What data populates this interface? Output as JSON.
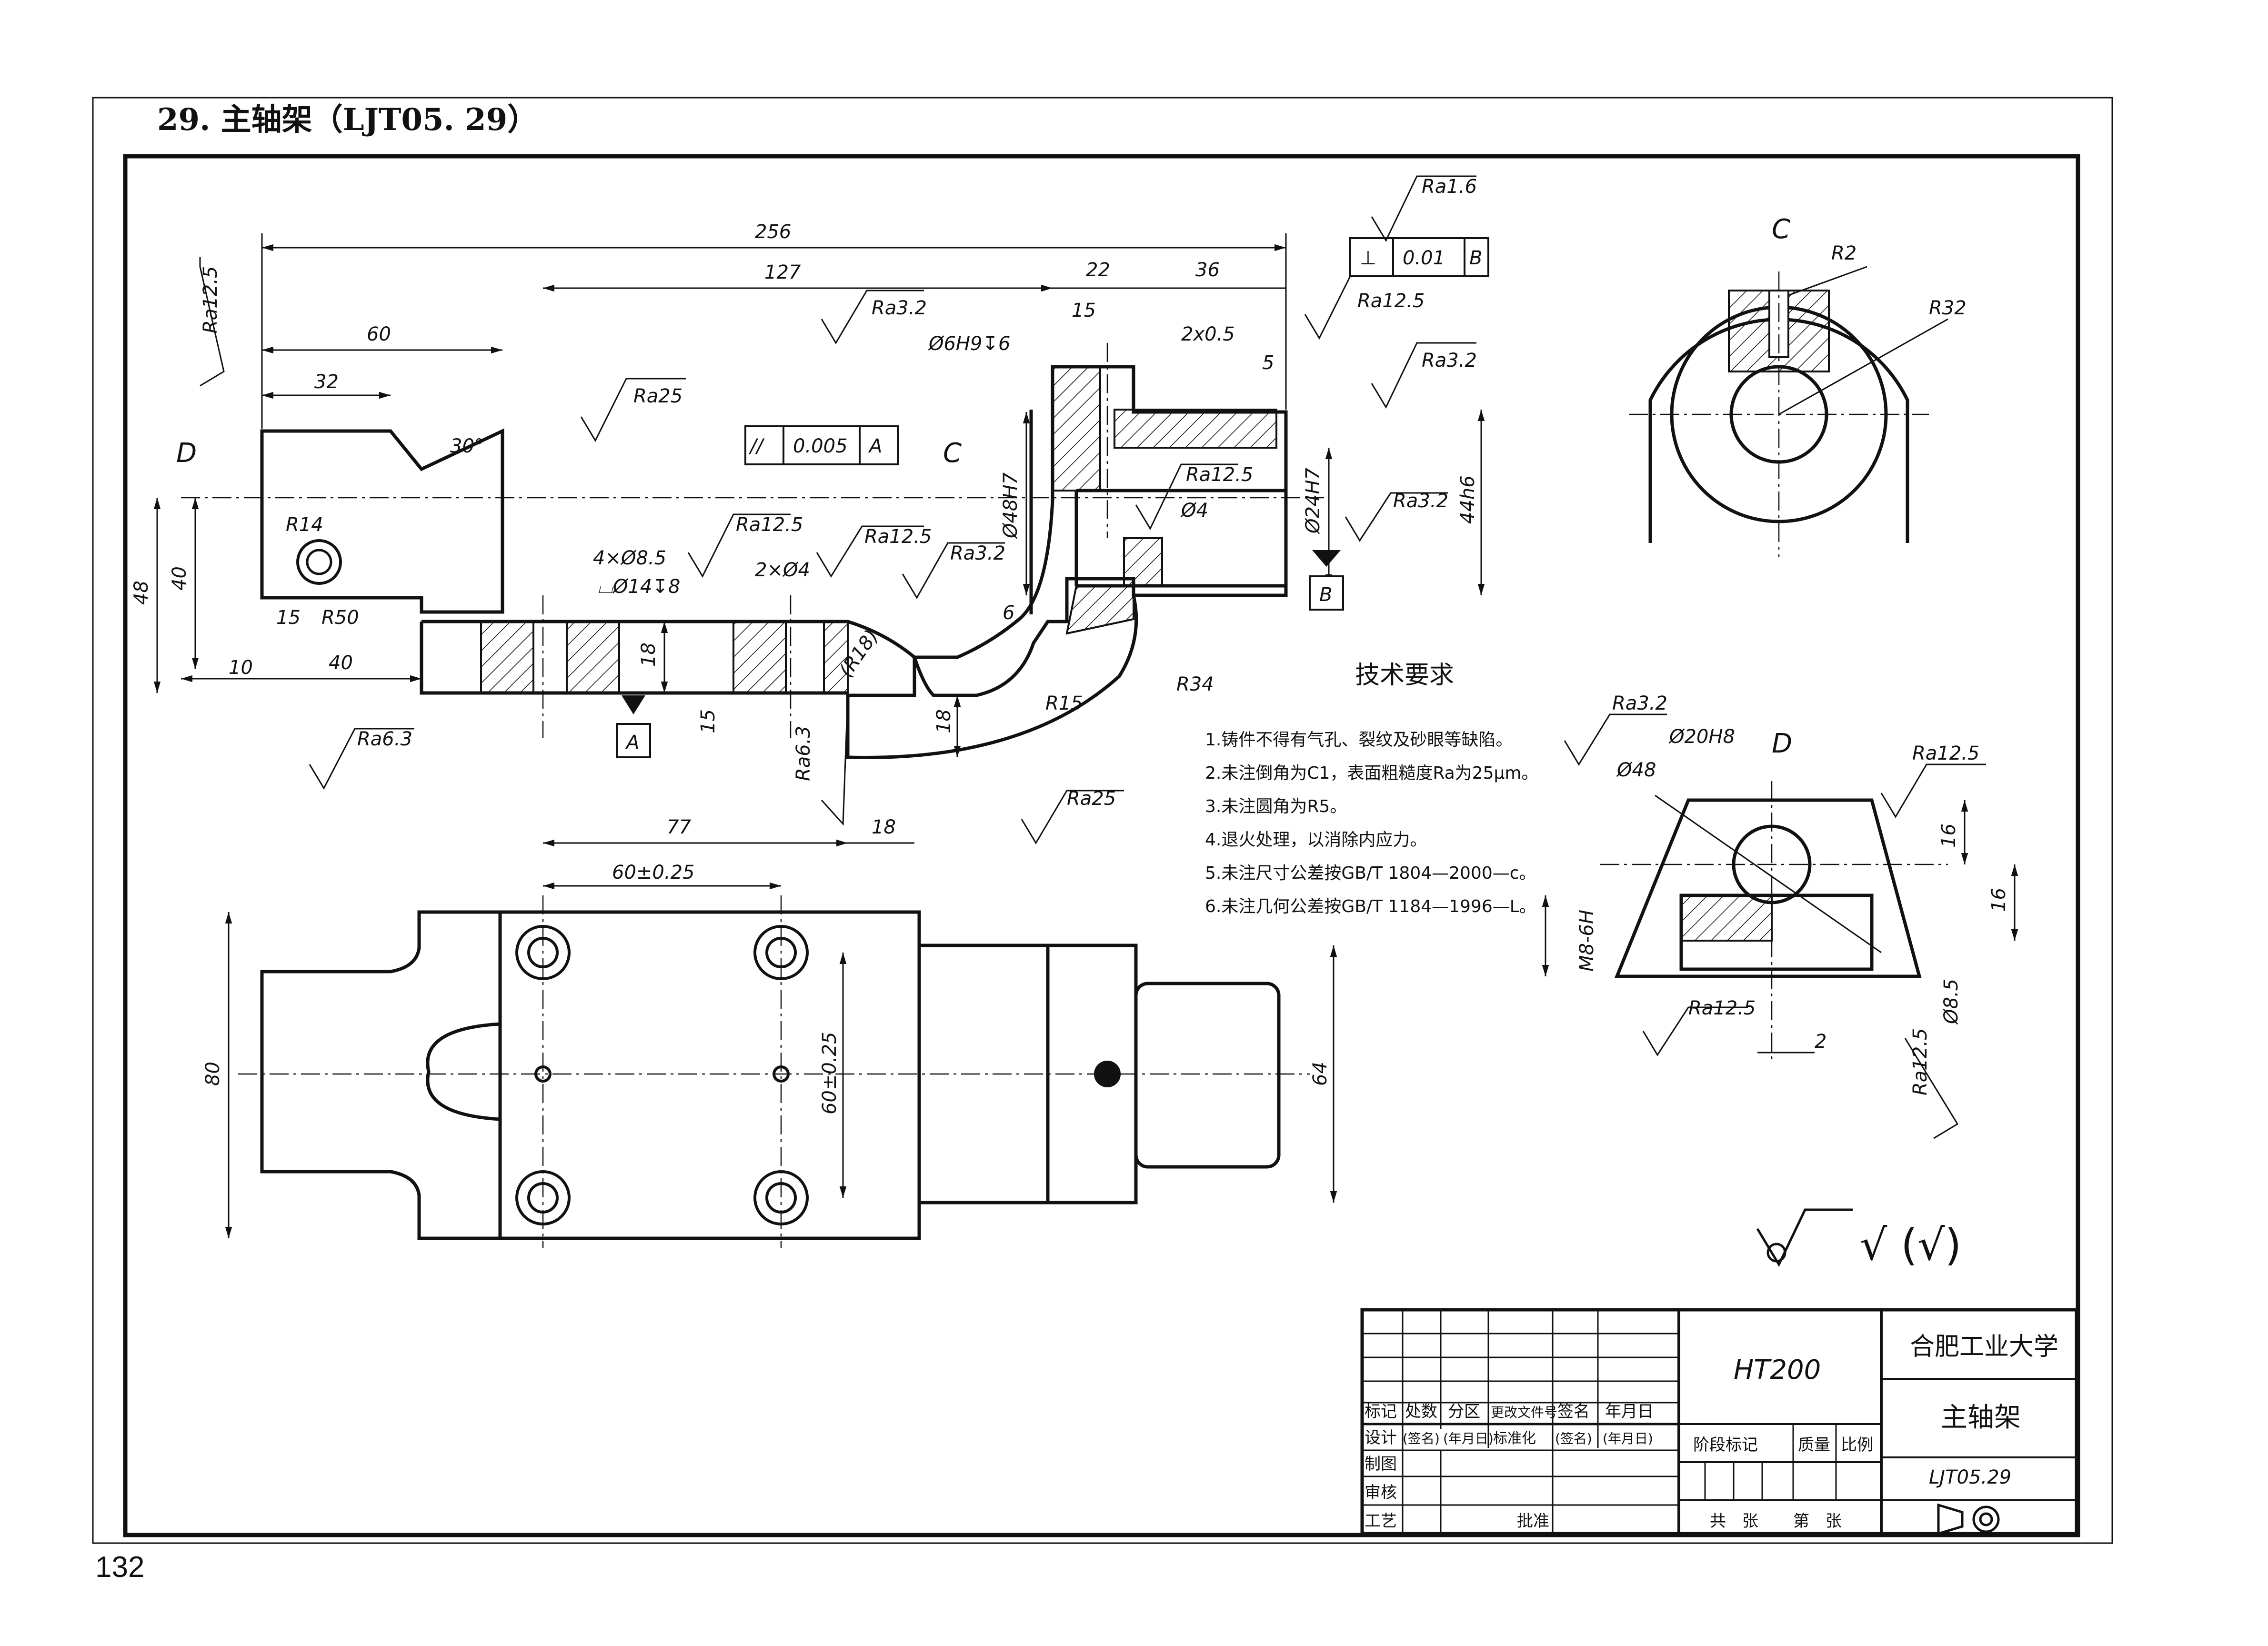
{
  "page": {
    "title": "29. 主轴架（LJT05. 29）",
    "page_number": "132"
  },
  "dims_front": {
    "d256": "256",
    "d127": "127",
    "d22": "22",
    "d36": "36",
    "d60": "60",
    "d32": "32",
    "d15top": "15",
    "d2x05": "2x0.5",
    "d5": "5",
    "thread_hole": "Ø6H9↧6",
    "angle30": "30°",
    "r14": "R14",
    "r50": "R50",
    "d48": "48",
    "d40v": "40",
    "d15": "15",
    "d10": "10",
    "d40h": "40",
    "bolt": "4×Ø8.5",
    "cbore": "⌴Ø14↧8",
    "pin": "2×Ø4",
    "d18v": "18",
    "r18": "(R18)",
    "d15v": "15",
    "d18b": "18",
    "r15": "R15",
    "r34": "R34",
    "d77": "77",
    "d18h": "18",
    "d6": "6",
    "phi48": "Ø48H7",
    "phi4": "Ø4",
    "phi24": "Ø24H7",
    "h44": "44h6"
  },
  "rough": {
    "ra16": "Ra1.6",
    "ra125a": "Ra12.5",
    "ra125b": "Ra12.5",
    "ra32a": "Ra3.2",
    "ra25a": "Ra25",
    "ra32b": "Ra3.2",
    "ra125c": "Ra12.5",
    "ra32c": "Ra3.2",
    "ra125d": "Ra12.5",
    "ra125e": "Ra12.5",
    "ra32d": "Ra3.2",
    "ra63a": "Ra6.3",
    "ra63b": "Ra6.3",
    "ra25b": "Ra25"
  },
  "tolerances": {
    "perp": {
      "symbol": "⊥",
      "value": "0.01",
      "datum": "B"
    },
    "par": {
      "symbol": "//",
      "value": "0.005",
      "datum": "A"
    },
    "datumA": "A",
    "datumB": "B"
  },
  "views": {
    "label_d": "D",
    "label_c": "C",
    "label_c2": "C",
    "label_d2": "D"
  },
  "view_c": {
    "r2": "R2",
    "r32": "R32"
  },
  "view_d": {
    "ra32": "Ra3.2",
    "phi20": "Ø20H8",
    "phi48": "Ø48",
    "ra125a": "Ra12.5",
    "d16a": "16",
    "d16b": "16",
    "m8": "M8-6H",
    "ra125b": "Ra12.5",
    "d2": "2",
    "phi85": "Ø8.5",
    "ra125c": "Ra12.5"
  },
  "top_view": {
    "d60": "60±0.25",
    "d80": "80",
    "d60v": "60±0.25",
    "d64": "64"
  },
  "tech": {
    "heading": "技术要求",
    "items": [
      "1.铸件不得有气孔、裂纹及砂眼等缺陷。",
      "2.未注倒角为C1，表面粗糙度Ra为25μm。",
      "3.未注圆角为R5。",
      "4.退火处理，以消除内应力。",
      "5.未注尺寸公差按GB/T 1804—2000—c。",
      "6.未注几何公差按GB/T 1184—1996—L。"
    ]
  },
  "general_rough": "√ (√)",
  "titleblock": {
    "material": "HT200",
    "school": "合肥工业大学",
    "part": "主轴架",
    "drawing_no": "LJT05.29",
    "h_mark": "标记",
    "h_count": "处数",
    "h_zone": "分区",
    "h_doc": "更改文件号",
    "h_sign": "签名",
    "h_date": "年月日",
    "design": "设计",
    "sign": "(签名)",
    "date": "(年月日)",
    "std": "标准化",
    "sign2": "(签名)",
    "date2": "(年月日)",
    "draw": "制图",
    "check": "审核",
    "process": "工艺",
    "approve": "批准",
    "stage": "阶段标记",
    "weight": "质量",
    "scale": "比例",
    "total": "共　张",
    "sheet": "第　张"
  }
}
